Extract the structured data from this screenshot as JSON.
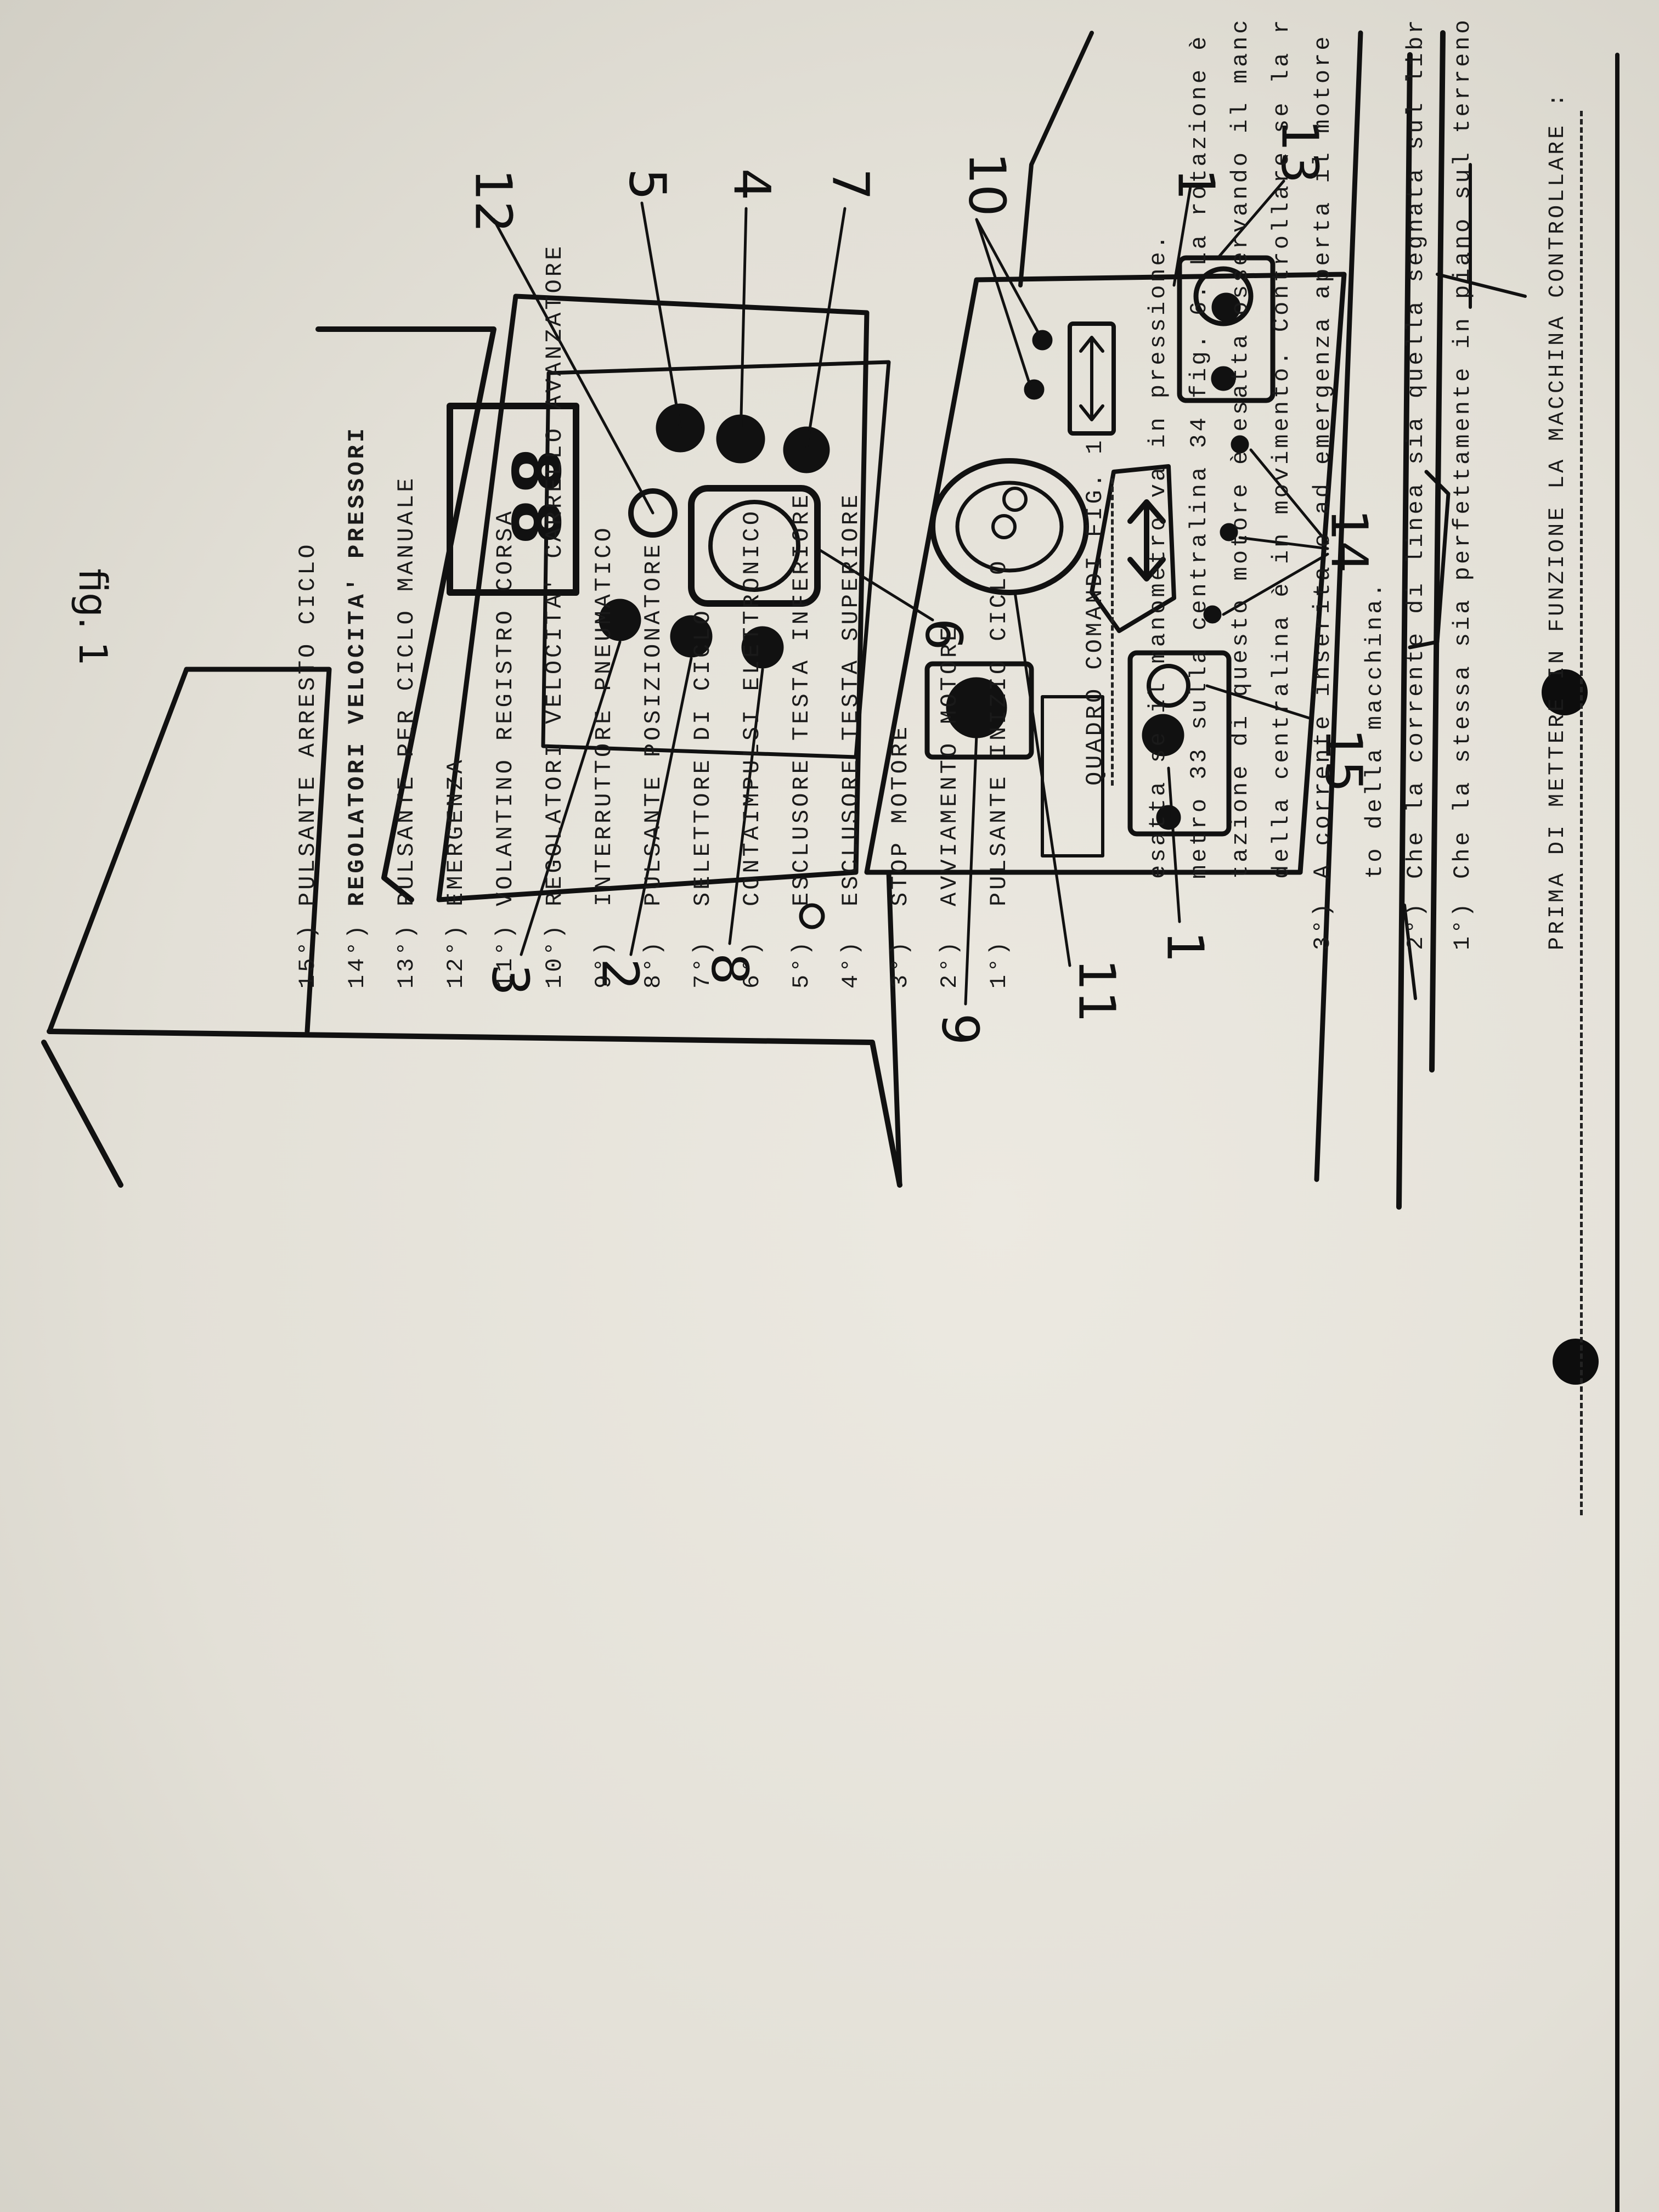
{
  "header": {
    "title": "PRIMA DI METTERE IN FUNZIONE LA MACCHINA CONTROLLARE :"
  },
  "intro": [
    {
      "num": "1°)",
      "lines": [
        "Che la stessa sia perfettamente in piano sul terreno"
      ]
    },
    {
      "num": "2°)",
      "lines": [
        "Che la corrente di linea sia quella segnata sul libr",
        "to della macchina."
      ]
    },
    {
      "num": "3°)",
      "lines": [
        "A corrente inserita e ad emergenza aperta il motore",
        "della centralina è in movimento. Controllare se la r",
        "tazione di questo motore è esatta osservando il manc",
        "metro 33 sulla centralina 34 fig. 6. La rotazione è",
        "esatta se il manometro va in pressione."
      ]
    }
  ],
  "section": {
    "title": "QUADRO COMANDI FIG. 1"
  },
  "legend": [
    {
      "num": "1°)",
      "label": "PULSANTE INIZIO CICLO"
    },
    {
      "num": "2°)",
      "label": "AVVIAMENTO MOTORE"
    },
    {
      "num": "3°)",
      "label": "STOP MOTORE"
    },
    {
      "num": "4°)",
      "label": "ESCLUSORE TESTA SUPERIORE"
    },
    {
      "num": "5°)",
      "label": "ESCLUSORE TESTA INFERIORE"
    },
    {
      "num": "6°)",
      "label": "CONTAIMPULSI ELETTRONICO"
    },
    {
      "num": "7°)",
      "label": "SELETTORE DI CICLO"
    },
    {
      "num": "8°)",
      "label": "PULSANTE POSIZIONATORE"
    },
    {
      "num": "9°)",
      "label": "INTERRUTTORE PNEUMATICO"
    },
    {
      "num": "10°)",
      "label": "REGOLATORI VELOCITA' CARRELLO AVANZATORE"
    },
    {
      "num": "11°)",
      "label": "VOLANTINO REGISTRO CORSA"
    },
    {
      "num": "12°)",
      "label": "EMERGENZA"
    },
    {
      "num": "13°)",
      "label": "PULSANTE PER CICLO MANUALE"
    },
    {
      "num": "14°)",
      "label": "REGOLATORI VELOCITA' PRESSORI"
    },
    {
      "num": "15°)",
      "label": "PULSANTE ARRESTO CICLO"
    }
  ],
  "figure": {
    "caption": "fig. 1",
    "display_readout": "88",
    "callouts": [
      "13",
      "1",
      "10",
      "7",
      "4",
      "5",
      "12",
      "14",
      "15",
      "1",
      "6",
      "11",
      "9",
      "8",
      "2",
      "3"
    ]
  }
}
